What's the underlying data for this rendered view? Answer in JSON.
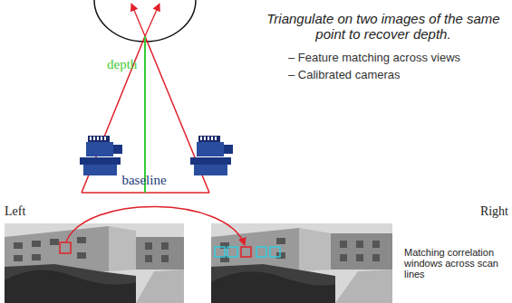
{
  "diagram": {
    "title": "Triangulate on two images of the same point to recover depth.",
    "labels": [
      "depth",
      "baseline",
      "– Feature matching across views",
      "– Calibrated cameras",
      "Left",
      "Right",
      "Matching correlation windows across scan lines"
    ]
  }
}
